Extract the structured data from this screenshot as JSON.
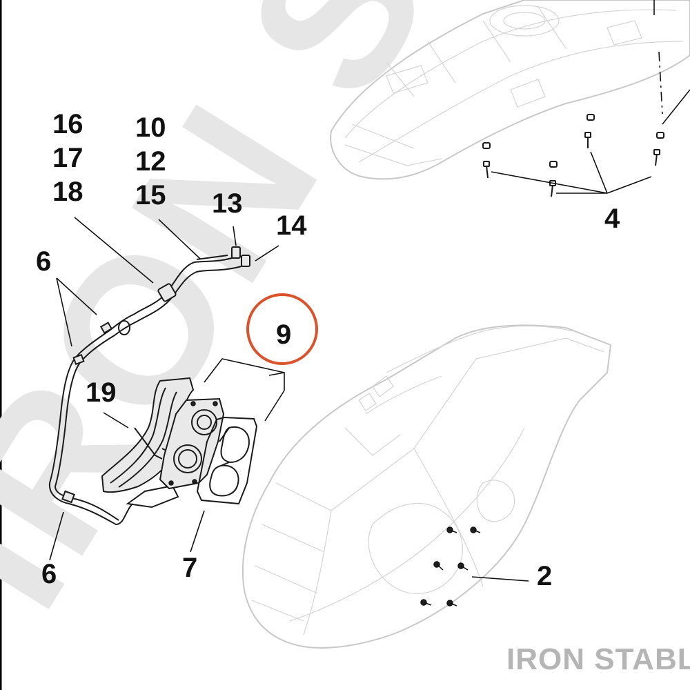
{
  "callouts": {
    "c16": "16",
    "c17": "17",
    "c18": "18",
    "c10": "10",
    "c12": "12",
    "c15": "15",
    "c13": "13",
    "c14": "14",
    "c6_top": "6",
    "c6_bottom": "6",
    "c9": "9",
    "c19": "19",
    "c7": "7",
    "c4": "4",
    "c2": "2"
  },
  "highlight": {
    "target": "9",
    "color": "#d9532c"
  },
  "watermark": {
    "brand": "IRON STABLE",
    "logo_text": "IRON ST",
    "color": "#e6e6e6"
  }
}
